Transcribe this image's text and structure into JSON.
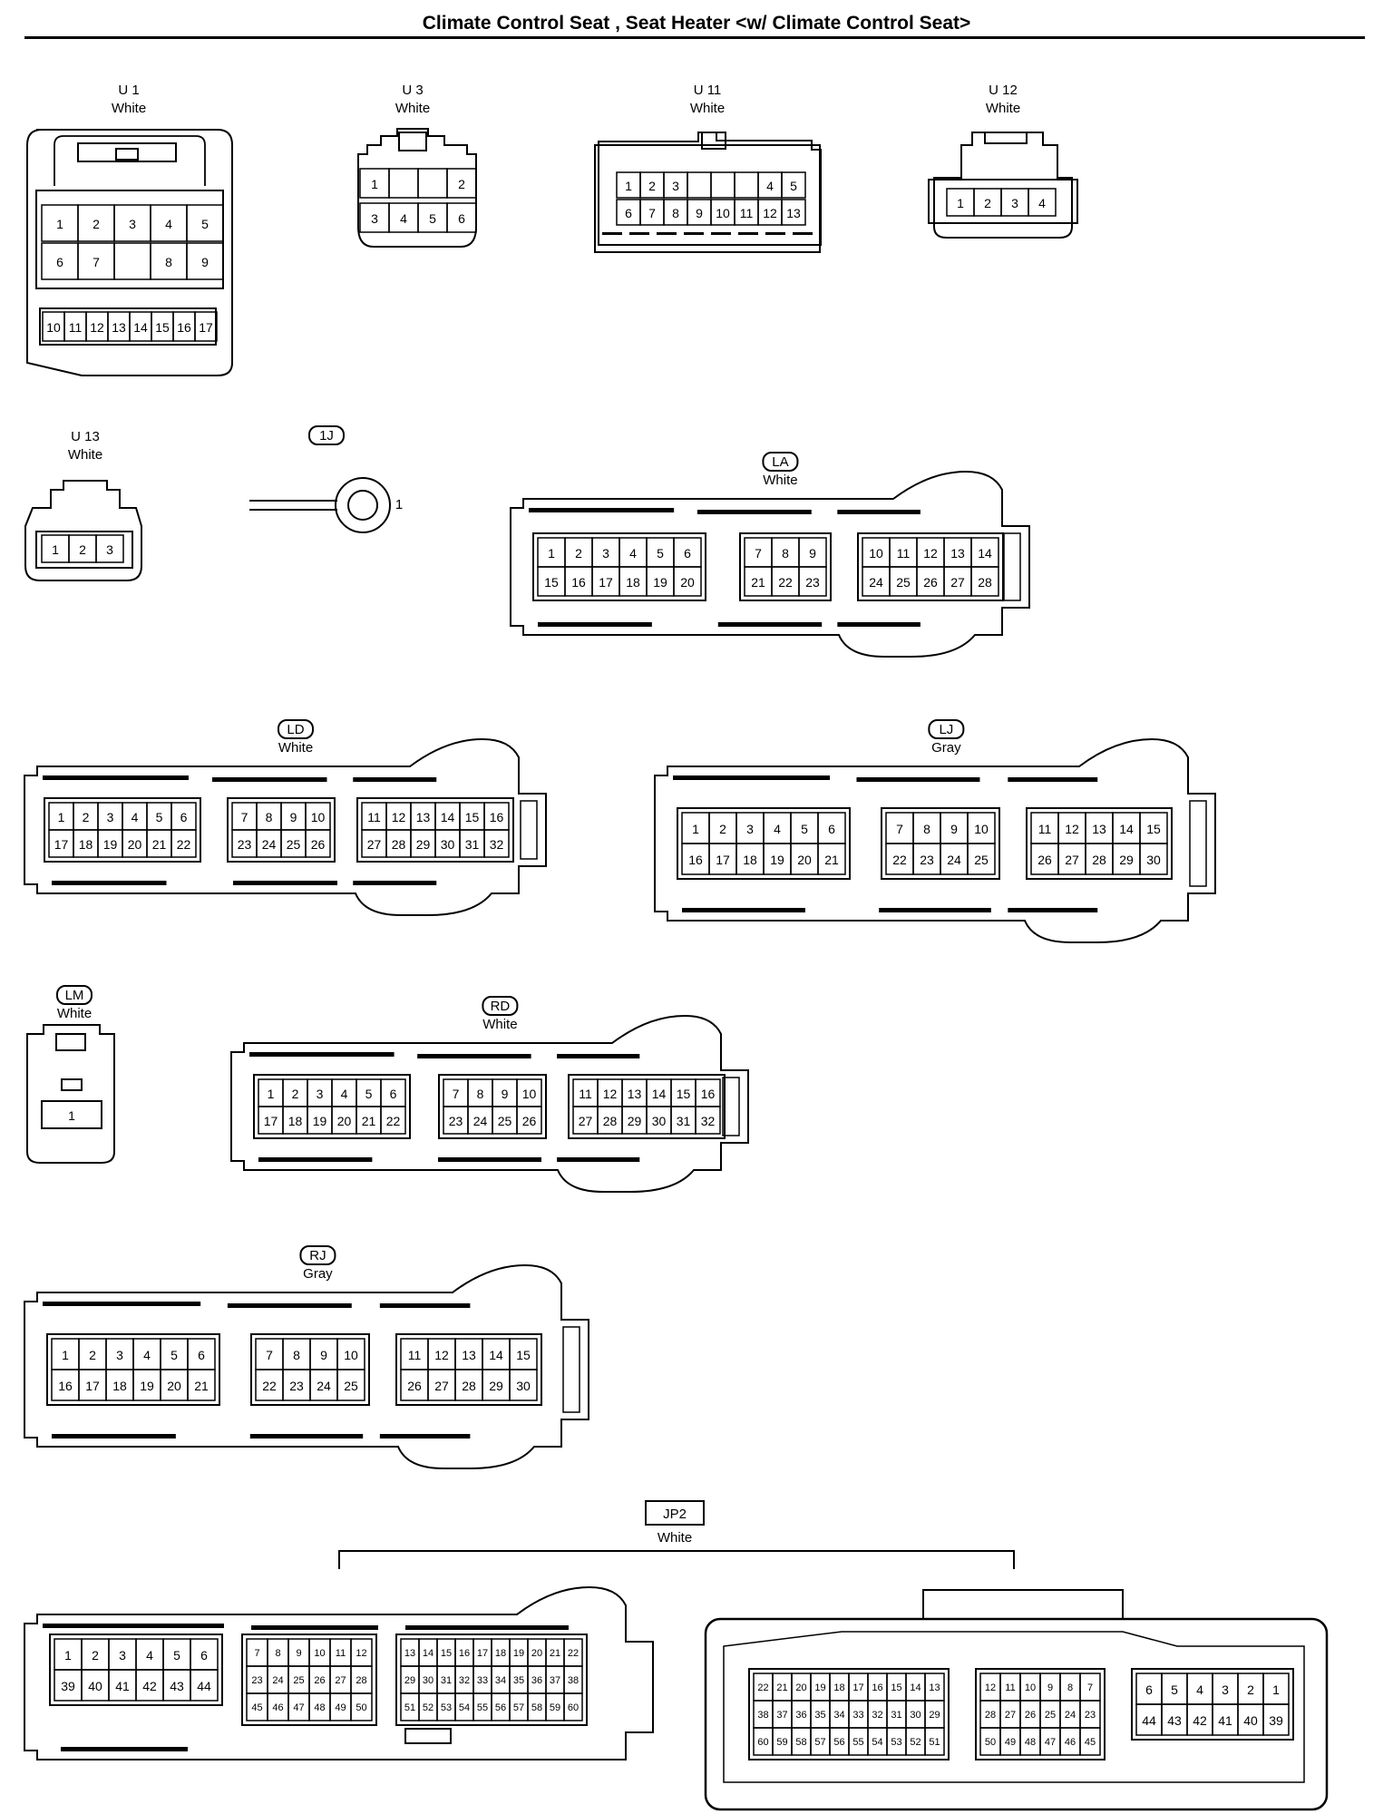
{
  "title": "Climate Control Seat , Seat Heater <w/ Climate Control Seat>",
  "connectors": [
    {
      "id": "U1",
      "name": "U 1",
      "color": "White",
      "rows": [
        [
          "1",
          "2",
          "3",
          "4",
          "5"
        ],
        [
          "6",
          "7",
          "",
          "8",
          "9"
        ],
        [
          "10",
          "11",
          "12",
          "13",
          "14",
          "15",
          "16",
          "17"
        ]
      ]
    },
    {
      "id": "U3",
      "name": "U 3",
      "color": "White",
      "rows": [
        [
          "1",
          "",
          "",
          "2"
        ],
        [
          "3",
          "4",
          "5",
          "6"
        ]
      ]
    },
    {
      "id": "U11",
      "name": "U 11",
      "color": "White",
      "rows": [
        [
          "1",
          "2",
          "3",
          "",
          "",
          "",
          "4",
          "5"
        ],
        [
          "6",
          "7",
          "8",
          "9",
          "10",
          "11",
          "12",
          "13"
        ]
      ]
    },
    {
      "id": "U12",
      "name": "U 12",
      "color": "White",
      "rows": [
        [
          "1",
          "2",
          "3",
          "4"
        ]
      ]
    },
    {
      "id": "U13",
      "name": "U 13",
      "color": "White",
      "rows": [
        [
          "1",
          "2",
          "3"
        ]
      ]
    },
    {
      "id": "1J",
      "name": "1J",
      "color": "",
      "pin": "1"
    },
    {
      "id": "LA",
      "name": "LA",
      "color": "White",
      "blocks": [
        {
          "rows": [
            [
              "1",
              "2",
              "3",
              "4",
              "5",
              "6"
            ],
            [
              "15",
              "16",
              "17",
              "18",
              "19",
              "20"
            ]
          ]
        },
        {
          "rows": [
            [
              "7",
              "8",
              "9"
            ],
            [
              "21",
              "22",
              "23"
            ]
          ]
        },
        {
          "rows": [
            [
              "10",
              "11",
              "12",
              "13",
              "14"
            ],
            [
              "24",
              "25",
              "26",
              "27",
              "28"
            ]
          ]
        }
      ]
    },
    {
      "id": "LD",
      "name": "LD",
      "color": "White",
      "blocks": [
        {
          "rows": [
            [
              "1",
              "2",
              "3",
              "4",
              "5",
              "6"
            ],
            [
              "17",
              "18",
              "19",
              "20",
              "21",
              "22"
            ]
          ]
        },
        {
          "rows": [
            [
              "7",
              "8",
              "9",
              "10"
            ],
            [
              "23",
              "24",
              "25",
              "26"
            ]
          ]
        },
        {
          "rows": [
            [
              "11",
              "12",
              "13",
              "14",
              "15",
              "16"
            ],
            [
              "27",
              "28",
              "29",
              "30",
              "31",
              "32"
            ]
          ]
        }
      ]
    },
    {
      "id": "LJ",
      "name": "LJ",
      "color": "Gray",
      "blocks": [
        {
          "rows": [
            [
              "1",
              "2",
              "3",
              "4",
              "5",
              "6"
            ],
            [
              "16",
              "17",
              "18",
              "19",
              "20",
              "21"
            ]
          ]
        },
        {
          "rows": [
            [
              "7",
              "8",
              "9",
              "10"
            ],
            [
              "22",
              "23",
              "24",
              "25"
            ]
          ]
        },
        {
          "rows": [
            [
              "11",
              "12",
              "13",
              "14",
              "15"
            ],
            [
              "26",
              "27",
              "28",
              "29",
              "30"
            ]
          ]
        }
      ]
    },
    {
      "id": "LM",
      "name": "LM",
      "color": "White",
      "pin": "1"
    },
    {
      "id": "RD",
      "name": "RD",
      "color": "White",
      "blocks": [
        {
          "rows": [
            [
              "1",
              "2",
              "3",
              "4",
              "5",
              "6"
            ],
            [
              "17",
              "18",
              "19",
              "20",
              "21",
              "22"
            ]
          ]
        },
        {
          "rows": [
            [
              "7",
              "8",
              "9",
              "10"
            ],
            [
              "23",
              "24",
              "25",
              "26"
            ]
          ]
        },
        {
          "rows": [
            [
              "11",
              "12",
              "13",
              "14",
              "15",
              "16"
            ],
            [
              "27",
              "28",
              "29",
              "30",
              "31",
              "32"
            ]
          ]
        }
      ]
    },
    {
      "id": "RJ",
      "name": "RJ",
      "color": "Gray",
      "blocks": [
        {
          "rows": [
            [
              "1",
              "2",
              "3",
              "4",
              "5",
              "6"
            ],
            [
              "16",
              "17",
              "18",
              "19",
              "20",
              "21"
            ]
          ]
        },
        {
          "rows": [
            [
              "7",
              "8",
              "9",
              "10"
            ],
            [
              "22",
              "23",
              "24",
              "25"
            ]
          ]
        },
        {
          "rows": [
            [
              "11",
              "12",
              "13",
              "14",
              "15"
            ],
            [
              "26",
              "27",
              "28",
              "29",
              "30"
            ]
          ]
        }
      ]
    },
    {
      "id": "JP2",
      "name": "JP2",
      "color": "White",
      "left": {
        "blocks": [
          {
            "rows": [
              [
                "1",
                "2",
                "3",
                "4",
                "5",
                "6"
              ],
              [
                "39",
                "40",
                "41",
                "42",
                "43",
                "44"
              ]
            ]
          },
          {
            "rows": [
              [
                "7",
                "8",
                "9",
                "10",
                "11",
                "12"
              ],
              [
                "23",
                "24",
                "25",
                "26",
                "27",
                "28"
              ],
              [
                "45",
                "46",
                "47",
                "48",
                "49",
                "50"
              ]
            ]
          },
          {
            "rows": [
              [
                "13",
                "14",
                "15",
                "16",
                "17",
                "18",
                "19",
                "20",
                "21",
                "22"
              ],
              [
                "29",
                "30",
                "31",
                "32",
                "33",
                "34",
                "35",
                "36",
                "37",
                "38"
              ],
              [
                "51",
                "52",
                "53",
                "54",
                "55",
                "56",
                "57",
                "58",
                "59",
                "60"
              ]
            ]
          }
        ]
      },
      "right": {
        "blocks": [
          {
            "rows": [
              [
                "22",
                "21",
                "20",
                "19",
                "18",
                "17",
                "16",
                "15",
                "14",
                "13"
              ],
              [
                "38",
                "37",
                "36",
                "35",
                "34",
                "33",
                "32",
                "31",
                "30",
                "29"
              ],
              [
                "60",
                "59",
                "58",
                "57",
                "56",
                "55",
                "54",
                "53",
                "52",
                "51"
              ]
            ]
          },
          {
            "rows": [
              [
                "12",
                "11",
                "10",
                "9",
                "8",
                "7"
              ],
              [
                "28",
                "27",
                "26",
                "25",
                "24",
                "23"
              ],
              [
                "50",
                "49",
                "48",
                "47",
                "46",
                "45"
              ]
            ]
          },
          {
            "rows": [
              [
                "6",
                "5",
                "4",
                "3",
                "2",
                "1"
              ],
              [
                "44",
                "43",
                "42",
                "41",
                "40",
                "39"
              ]
            ]
          }
        ]
      }
    }
  ]
}
